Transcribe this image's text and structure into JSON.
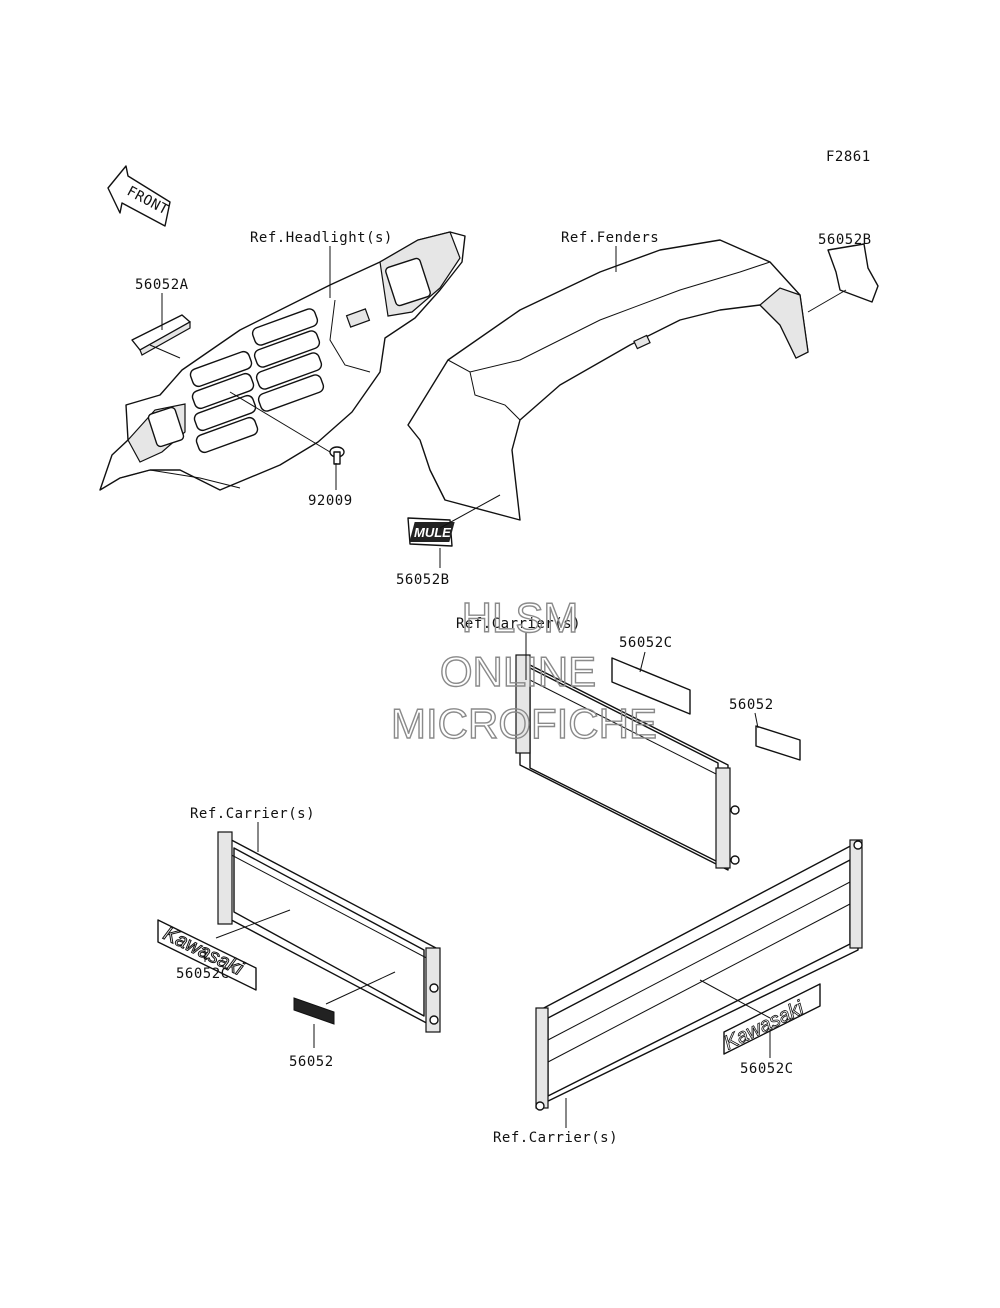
{
  "figure_code": "F2861",
  "front_label": "FRONT",
  "watermark": {
    "line1": "HLSM",
    "line2": "ONLINE",
    "line3": "MICROFICHE"
  },
  "callouts": {
    "ref_headlight": "Ref.Headlight(s)",
    "ref_fenders": "Ref.Fenders",
    "p56052b_top": "56052B",
    "p56052a": "56052A",
    "p92009": "92009",
    "p56052b_mid": "56052B",
    "ref_carrier_top": "Ref.Carrier(s)",
    "p56052c_top": "56052C",
    "p56052_right": "56052",
    "ref_carrier_left": "Ref.Carrier(s)",
    "p56052c_left": "56052C",
    "p56052_left": "56052",
    "p56052c_right": "56052C",
    "ref_carrier_bottom": "Ref.Carrier(s)"
  },
  "decal_text": {
    "brand": "Kawasaki",
    "mule": "MULE"
  }
}
